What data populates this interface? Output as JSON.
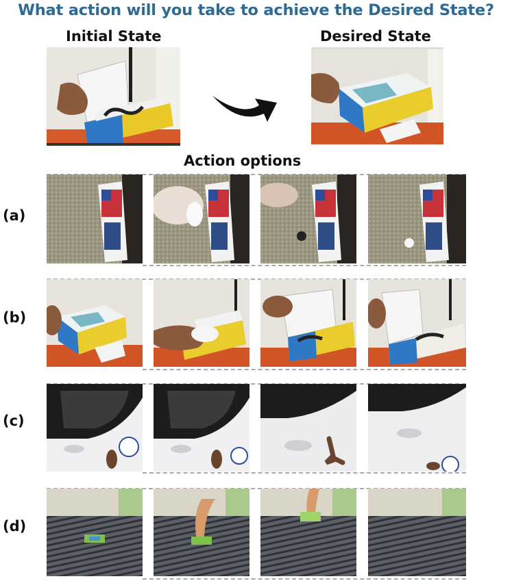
{
  "question": "What action will you take to achieve the Desired State?",
  "initial_label": "Initial State",
  "desired_label": "Desired State",
  "options_heading": "Action options",
  "rows": [
    {
      "label": "(a)",
      "scene": "bag-mat-paper"
    },
    {
      "label": "(b)",
      "scene": "box-open"
    },
    {
      "label": "(c)",
      "scene": "car-door"
    },
    {
      "label": "(d)",
      "scene": "bed-gum"
    }
  ],
  "colors": {
    "question": "#2e6a93",
    "arrow": "#111111",
    "dash": "#a9a9a9"
  }
}
